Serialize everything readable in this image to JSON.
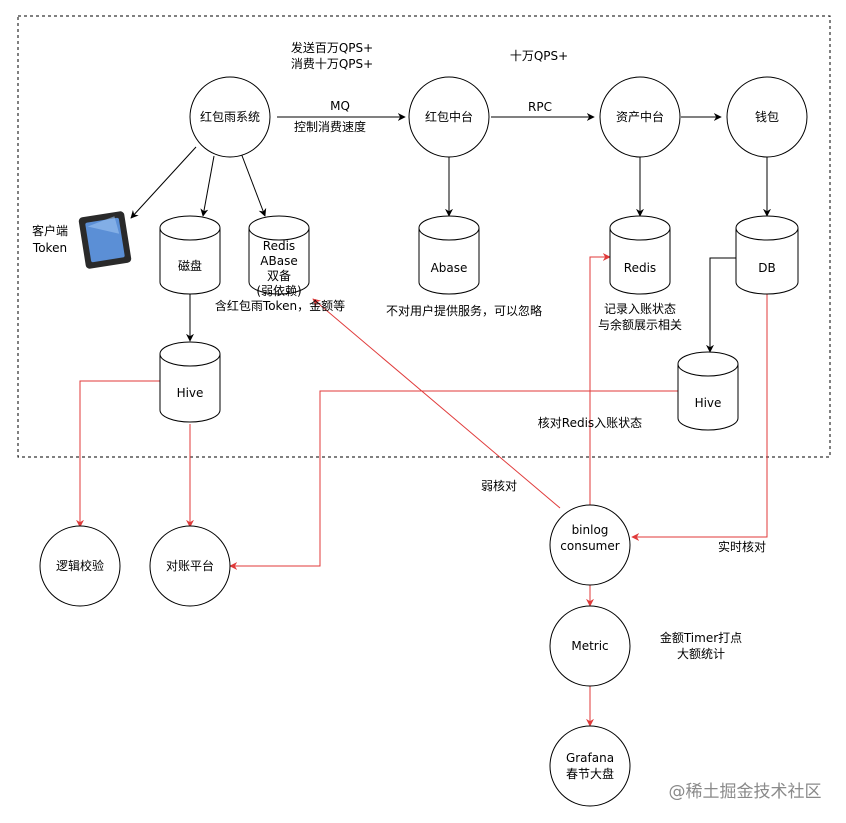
{
  "nodes": {
    "hongbaoyu": "红包雨系统",
    "hongbao_zhongtai": "红包中台",
    "zichan_zhongtai": "资产中台",
    "qianbao": "钱包",
    "cipan": "磁盘",
    "redis_abase": [
      "Redis",
      "ABase",
      "双备",
      "(弱依赖)"
    ],
    "abase": "Abase",
    "redis": "Redis",
    "db": "DB",
    "hive_left": "Hive",
    "hive_right": "Hive",
    "client": [
      "客户端",
      "Token"
    ],
    "luoji": "逻辑校验",
    "duizhang": "对账平台",
    "binlog": [
      "binlog",
      "consumer"
    ],
    "metric": "Metric",
    "grafana": [
      "Grafana",
      "春节大盘"
    ]
  },
  "labels": {
    "qps_send": [
      "发送百万QPS+",
      "消费十万QPS+"
    ],
    "qps_10w": "十万QPS+",
    "mq": "MQ",
    "mq_sub": "控制消费速度",
    "rpc": "RPC",
    "redis_abase_note": "含红包雨Token，金额等",
    "abase_note": "不对用户提供服务，可以忽略",
    "redis_note": [
      "记录入账状态",
      "与余额展示相关"
    ],
    "check_redis": "核对Redis入账状态",
    "weak_check": "弱核对",
    "realtime_check": "实时核对",
    "metric_note": [
      "金额Timer打点",
      "大额统计"
    ]
  },
  "watermark": "@稀土掘金技术社区",
  "colors": {
    "red_edge": "#e03a3a",
    "black_edge": "#000000"
  }
}
